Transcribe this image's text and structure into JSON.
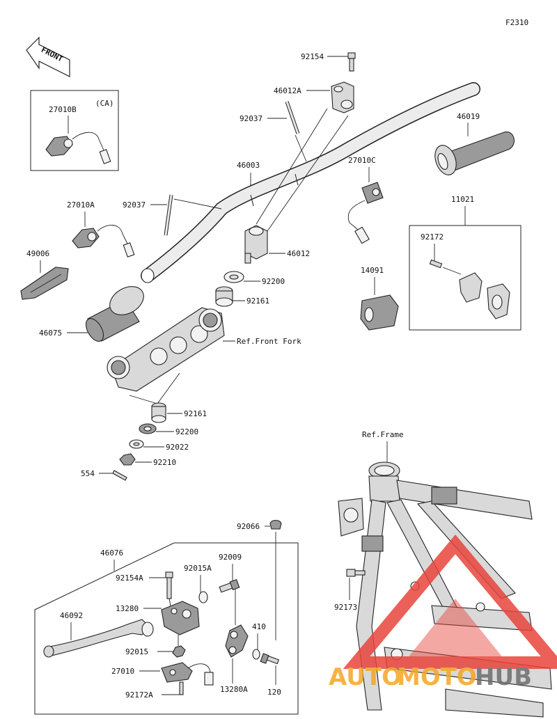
{
  "figure_code": "F2310",
  "front_arrow": "FRONT",
  "labels": {
    "p92154": "92154",
    "p46012A": "46012A",
    "p92037_top": "92037",
    "p46019": "46019",
    "p27010B": "27010B",
    "ca": "(CA)",
    "p46003": "46003",
    "p27010C": "27010C",
    "p27010A": "27010A",
    "p92037_left": "92037",
    "p11021": "11021",
    "p92172": "92172",
    "p46012": "46012",
    "p49006": "49006",
    "p92200_top": "92200",
    "p14091": "14091",
    "p92161_top": "92161",
    "p46075": "46075",
    "ref_front_fork": "Ref.Front Fork",
    "p92161_bot": "92161",
    "p92200_bot": "92200",
    "p92022": "92022",
    "p92210": "92210",
    "p554": "554",
    "ref_frame": "Ref.Frame",
    "p92066": "92066",
    "p46076": "46076",
    "p92009": "92009",
    "p92015A": "92015A",
    "p92154A": "92154A",
    "p13280": "13280",
    "p46092": "46092",
    "p410": "410",
    "p92015": "92015",
    "p92173": "92173",
    "p27010": "27010",
    "p13280A": "13280A",
    "p120": "120",
    "p92172A": "92172A"
  },
  "watermark": {
    "part1": "AUTO",
    "part2": "MOTO",
    "part3": "HUB"
  },
  "colors": {
    "watermark_red": "#e8453c",
    "watermark_orange": "#f5a623",
    "watermark_gray": "#6d6d6d"
  }
}
